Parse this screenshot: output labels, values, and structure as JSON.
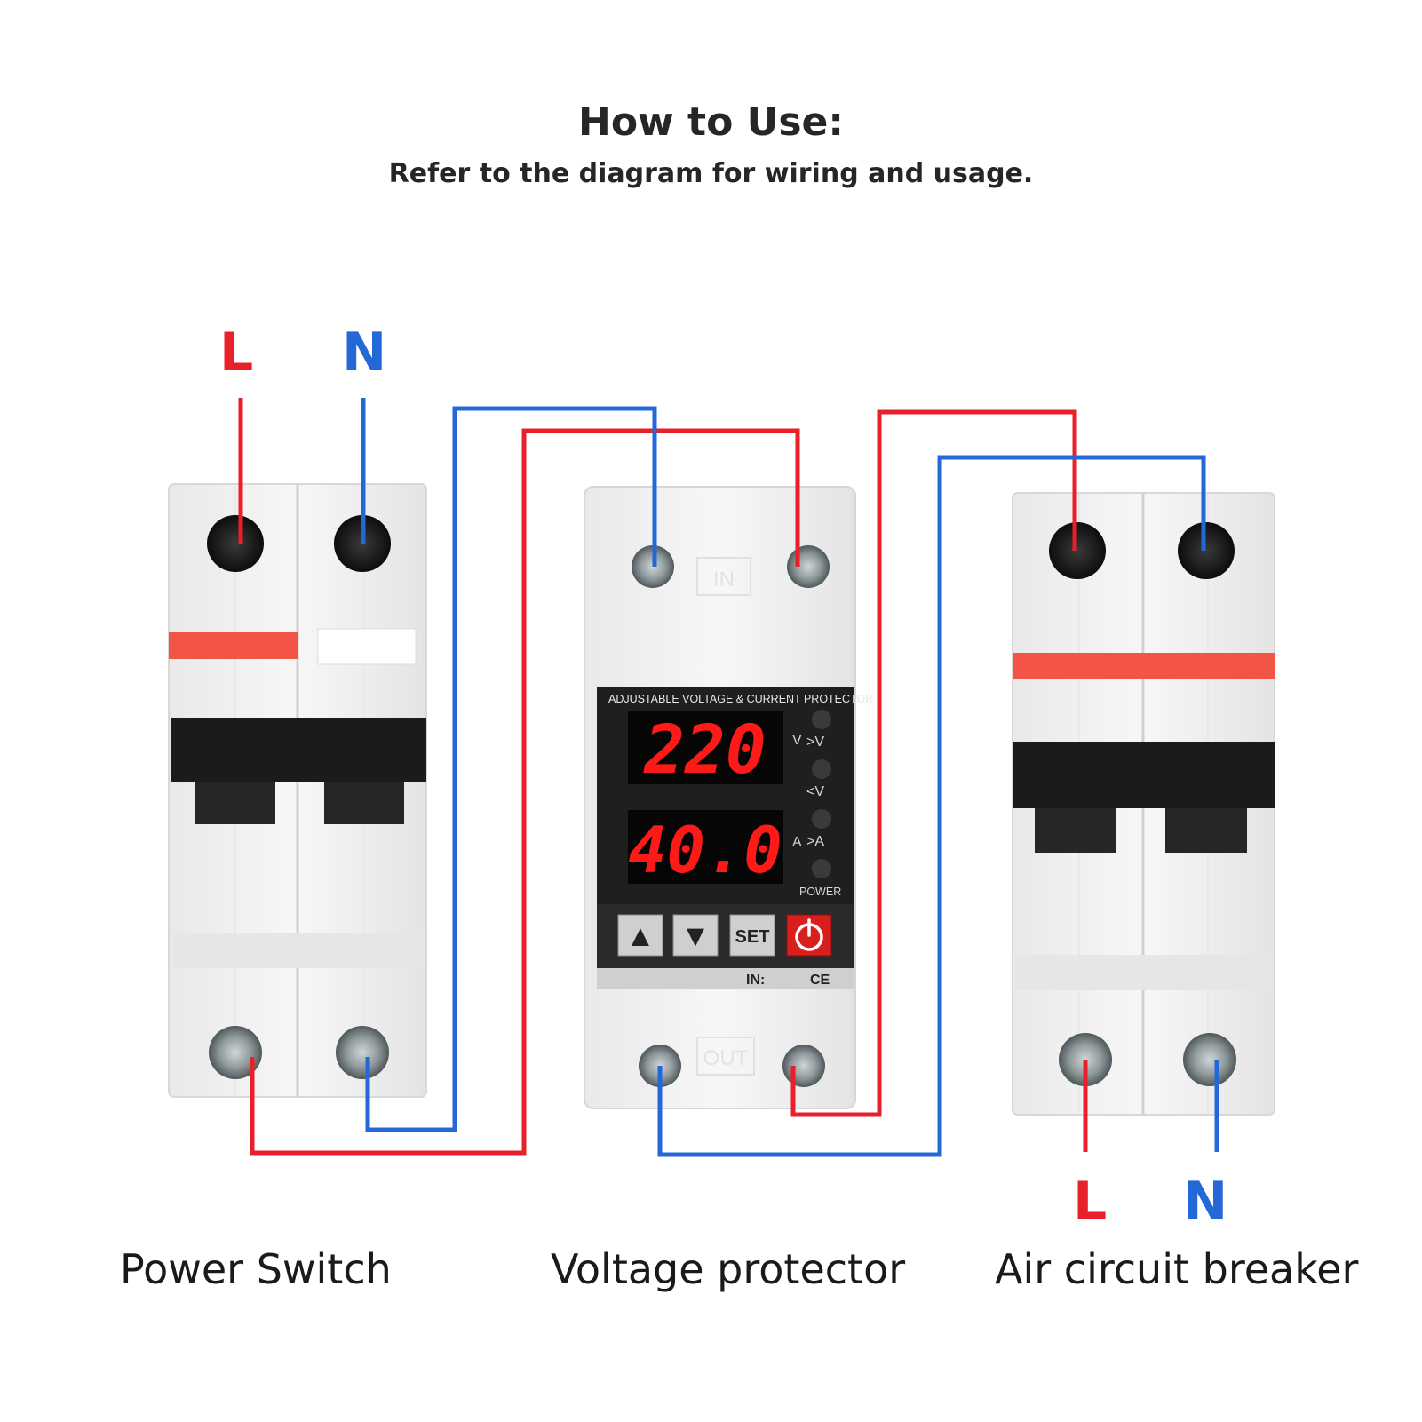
{
  "header": {
    "title": "How to Use:",
    "subtitle": "Refer to the diagram for wiring and usage."
  },
  "input_terminals": {
    "live": "L",
    "neutral": "N"
  },
  "output_terminals": {
    "live": "L",
    "neutral": "N"
  },
  "captions": {
    "power_switch": "Power Switch",
    "voltage_protector": "Voltage protector",
    "air_circuit_breaker": "Air circuit breaker"
  },
  "protector": {
    "panel_title": "ADJUSTABLE VOLTAGE & CURRENT PROTECTOR",
    "voltage_display": "220",
    "current_display": "40.0",
    "voltage_unit": "V",
    "current_unit": "A",
    "indicators": [
      ">V",
      "<V",
      ">A",
      "POWER"
    ],
    "buttons": {
      "up": "▲",
      "down": "▼",
      "set": "SET"
    },
    "footer_left": "IN:",
    "footer_right": "CE",
    "top_label": "IN",
    "bottom_label": "OUT"
  },
  "colors": {
    "live_wire": "#e8202a",
    "neutral_wire": "#2468d8",
    "breaker_band": "#f25545",
    "display_digits": "#ff1a1a"
  }
}
